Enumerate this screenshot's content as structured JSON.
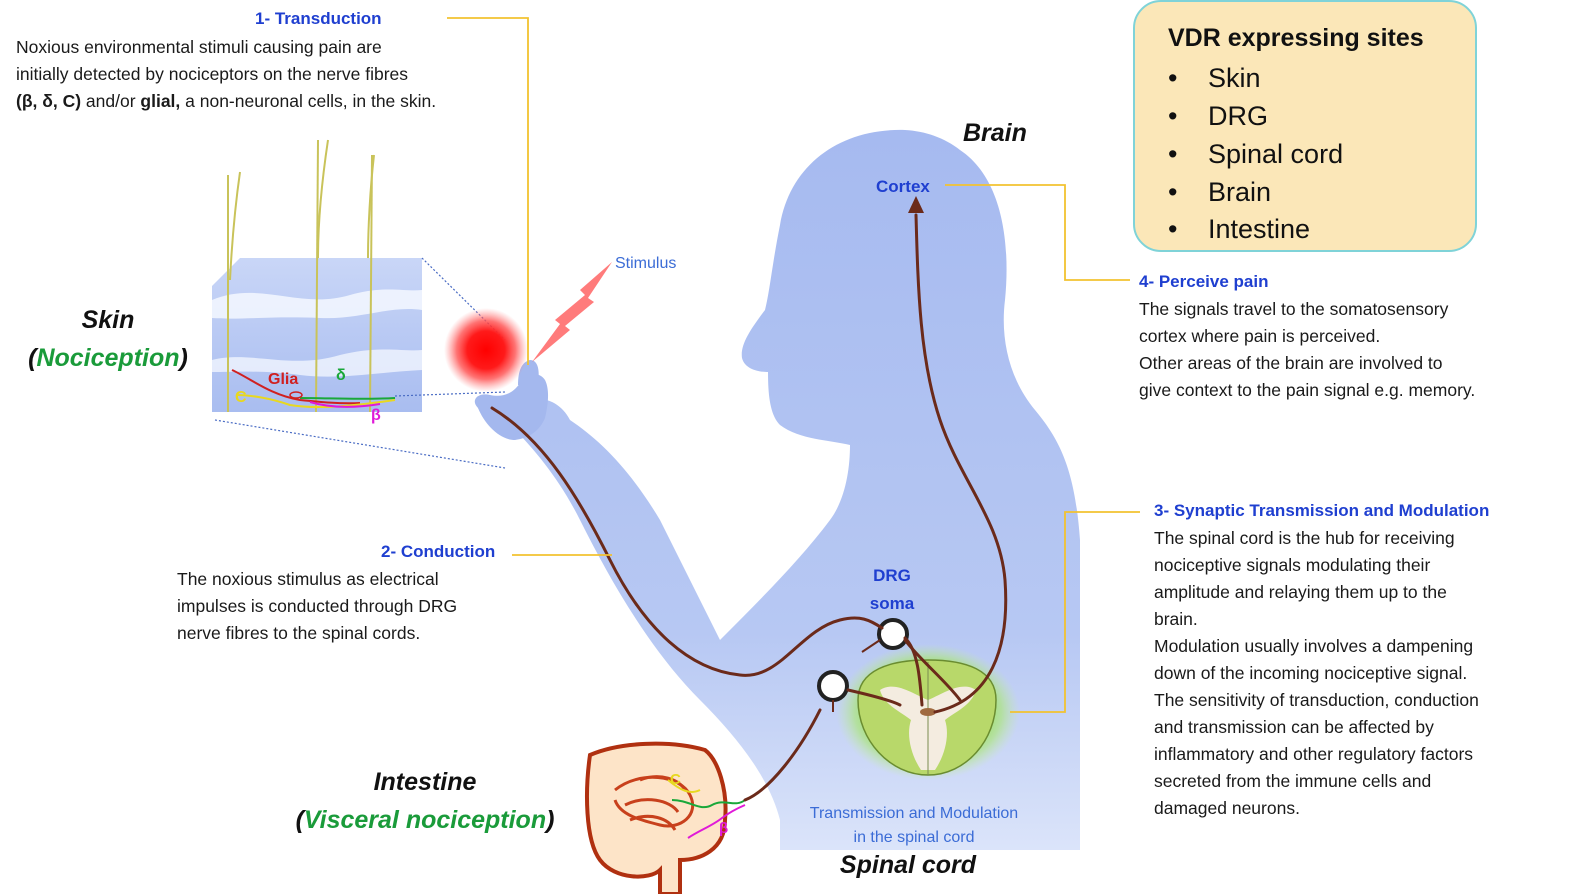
{
  "colors": {
    "body": "#a9bdf0",
    "nerve": "#6b2a1a",
    "step_title": "#1f3fd0",
    "green": "#1a9b3a",
    "vdr_fill": "#fbe7b8",
    "vdr_border": "#7fd3d8",
    "leader": "#f2c230",
    "stimulus": "#ff2a2a"
  },
  "step1": {
    "title": "1- Transduction",
    "line1": "Noxious environmental stimuli causing pain are",
    "line2": "initially detected by nociceptors on the nerve fibres",
    "line3_fibres": "(β, δ, C)",
    "line3_mid": " and/or ",
    "line3_glial": "glial,",
    "line3_end": " a non-neuronal cells, in the skin."
  },
  "step2": {
    "title": "2- Conduction",
    "line1": "The noxious stimulus as electrical",
    "line2": "impulses is conducted through DRG",
    "line3": "nerve fibres to the spinal cords."
  },
  "step3": {
    "title": "3- Synaptic Transmission and Modulation",
    "lines": [
      "The spinal cord is the hub for receiving",
      "nociceptive signals modulating their",
      "amplitude and relaying them up to the",
      "brain.",
      "Modulation usually involves a dampening",
      "down of the incoming nociceptive signal.",
      "The sensitivity of transduction, conduction",
      "and transmission can be affected by",
      "inflammatory and other regulatory factors",
      "secreted from the immune cells and",
      "damaged neurons."
    ]
  },
  "step4": {
    "title": "4- Perceive pain",
    "lines": [
      "The signals travel to the somatosensory",
      "cortex where pain is perceived.",
      "Other areas of the brain are involved to",
      "give context to the pain signal e.g. memory."
    ]
  },
  "vdr": {
    "title": "VDR expressing sites",
    "bullet": "•",
    "items": [
      "Skin",
      "DRG",
      "Spinal cord",
      "Brain",
      "Intestine"
    ]
  },
  "labels": {
    "brain": "Brain",
    "cortex": "Cortex",
    "stimulus": "Stimulus",
    "skin": "Skin",
    "nociception": "Nociception",
    "glia": "Glia",
    "delta": "δ",
    "c_fibre": "C",
    "beta": "β",
    "drg_line1": "DRG",
    "drg_line2": "soma",
    "intestine": "Intestine",
    "visceral": "Visceral nociception",
    "transmission_line1": "Transmission and Modulation",
    "transmission_line2": "in the spinal cord",
    "spinal_cord": "Spinal cord",
    "int_b": "β",
    "int_c": "C"
  }
}
